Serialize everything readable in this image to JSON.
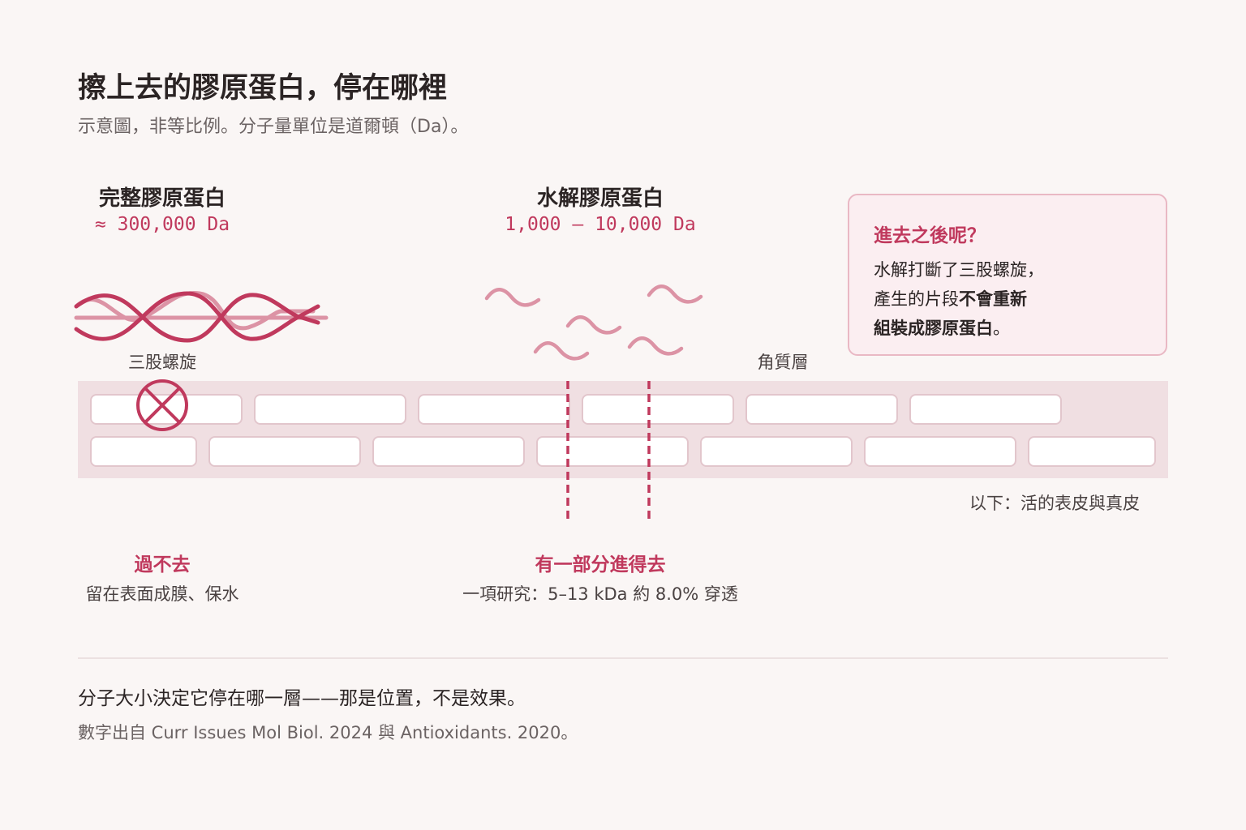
{
  "header": {
    "title": "擦上去的膠原蛋白，停在哪裡",
    "subtitle": "示意圖，非等比例。分子量單位是道爾頓（Da）。"
  },
  "left_column": {
    "heading": "完整膠原蛋白",
    "size": "≈ 300,000 Da",
    "helix_label": "三股螺旋",
    "result_heading": "過不去",
    "result_detail": "留在表面成膜、保水"
  },
  "middle_column": {
    "heading": "水解膠原蛋白",
    "size": "1,000 – 10,000 Da",
    "result_heading": "有一部分進得去",
    "result_detail": "一項研究：5–13 kDa 約 8.0% 穿透"
  },
  "callout": {
    "title": "進去之後呢？",
    "line1": "水解打斷了三股螺旋，",
    "line2_plain": "產生的片段",
    "line2_bold": "不會重新",
    "line3_bold": "組裝成膠原蛋白",
    "line3_plain": "。"
  },
  "skin": {
    "stratum_corneum_label": "角質層",
    "below_label": "以下：活的表皮與真皮"
  },
  "footer": {
    "conclusion": "分子大小決定它停在哪一層——那是位置，不是效果。",
    "source": "數字出自 Curr Issues Mol Biol. 2024 與 Antioxidants. 2020。"
  },
  "colors": {
    "accent": "#c0395d",
    "accent_light": "#dc93a5",
    "band": "#f0dfe2",
    "background": "#faf6f5"
  }
}
